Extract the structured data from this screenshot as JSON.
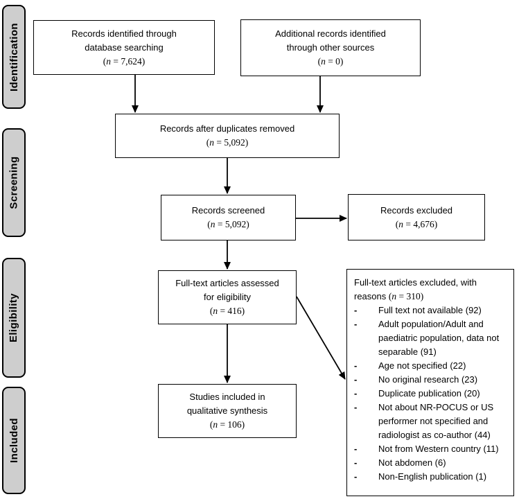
{
  "stages": [
    {
      "label": "Identification"
    },
    {
      "label": "Screening"
    },
    {
      "label": "Eligibility"
    },
    {
      "label": "Included"
    }
  ],
  "boxes": {
    "identified": {
      "text": "Records identified through\ndatabase searching",
      "n": "(n = 7,624)"
    },
    "additional": {
      "text": "Additional records identified\nthrough other sources",
      "n": "(n = 0)"
    },
    "duplicates_removed": {
      "text": "Records after duplicates removed",
      "n": "(n = 5,092)"
    },
    "screened": {
      "text": "Records screened",
      "n": "(n = 5,092)"
    },
    "excluded": {
      "text": "Records excluded",
      "n": "(n = 4,676)"
    },
    "fulltext_assessed": {
      "text": "Full-text articles assessed\nfor eligibility",
      "n": "(n = 416)"
    },
    "included_qualitative": {
      "text": "Studies included in\nqualitative synthesis",
      "n": "(n = 106)"
    },
    "fulltext_excluded": {
      "title": "Full-text articles excluded, with reasons",
      "n": "(n = 310)",
      "bullet": "-",
      "reasons": [
        "Full text not available (92)",
        "Adult population/Adult and paediatric population, data not separable (91)",
        "Age not specified (22)",
        "No original research (23)",
        "Duplicate publication (20)",
        "Not about NR-POCUS or US performer not specified and radiologist as co-author (44)",
        "Not from Western country (11)",
        "Not abdomen (6)",
        "Non-English publication (1)"
      ]
    }
  },
  "colors": {
    "stage_fill": "#cecece",
    "box_fill": "#ffffff",
    "line": "#000000"
  }
}
